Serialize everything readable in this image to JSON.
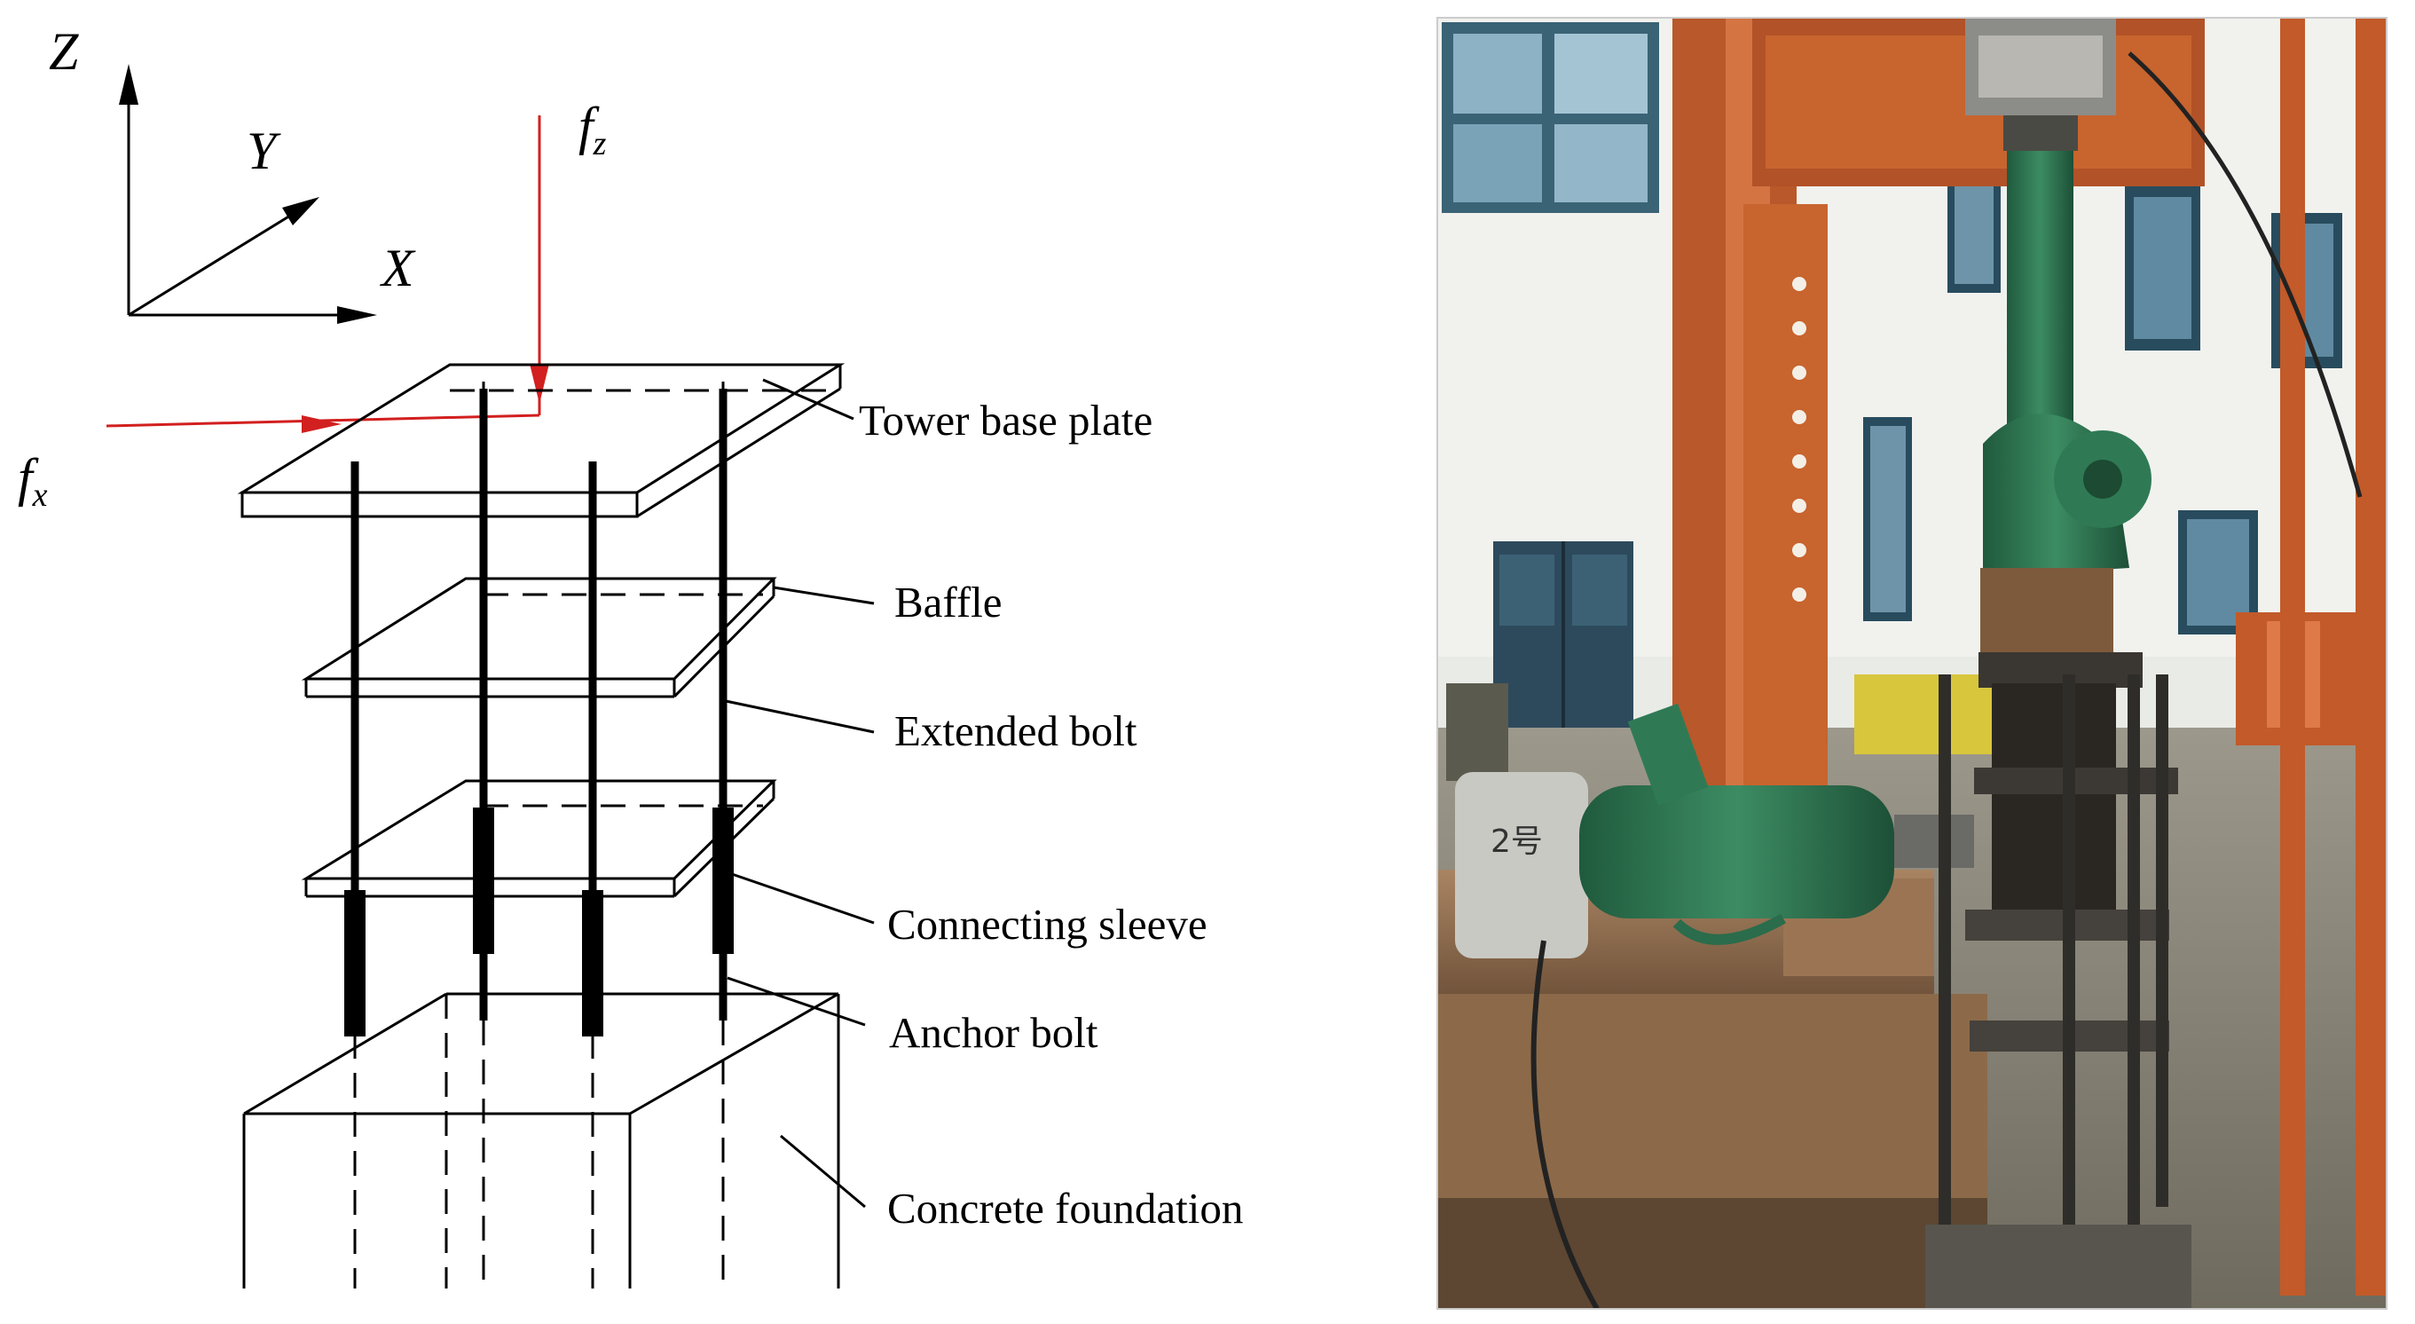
{
  "diagram": {
    "axes": {
      "z": "Z",
      "y": "Y",
      "x": "X"
    },
    "forces": {
      "fz": {
        "base": "f",
        "sub": "z"
      },
      "fx": {
        "base": "f",
        "sub": "x"
      }
    },
    "labels": {
      "tower_base_plate": "Tower base plate",
      "baffle": "Baffle",
      "extended_bolt": "Extended bolt",
      "connecting_sleeve": "Connecting sleeve",
      "anchor_bolt": "Anchor bolt",
      "concrete_foundation": "Concrete foundation"
    },
    "colors": {
      "force_arrows": "#d21f1f",
      "lines": "#000000"
    }
  },
  "photo": {
    "scene": "laboratory test rig photograph",
    "colors": {
      "steel_frame": "#c8642e",
      "jack": "#2f7a55",
      "wall": "#e9ebe6",
      "window_frame": "#284c5e",
      "timber": "#8c6a49",
      "door": "#2d4a5c"
    },
    "jack_marking": "2号"
  }
}
